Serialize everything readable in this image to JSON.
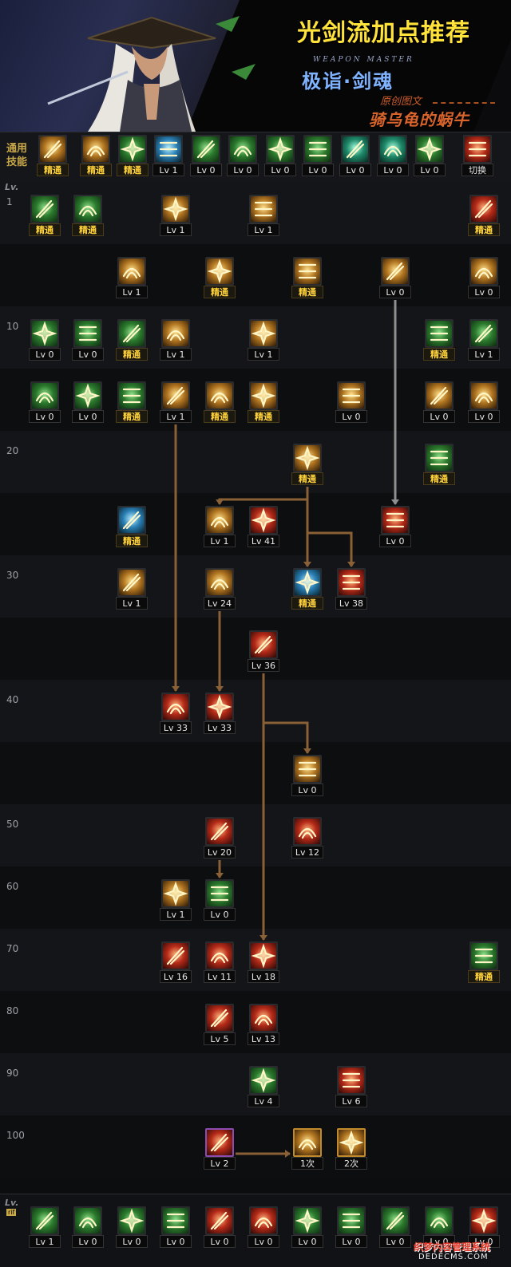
{
  "banner": {
    "title": "光剑流加点推荐",
    "weapon_master": "WEAPON MASTER",
    "subtitle": "极诣·剑魂",
    "original": "原创图文",
    "author": "骑乌龟的蜗牛"
  },
  "common": {
    "label": "通用技能",
    "skills": [
      {
        "label": "精通",
        "mastery": true,
        "color": "gold"
      },
      {
        "label": "精通",
        "mastery": true,
        "color": "gold"
      },
      {
        "label": "精通",
        "mastery": true,
        "color": "green"
      },
      {
        "label": "Lv 1",
        "mastery": false,
        "color": "blue"
      },
      {
        "label": "Lv 0",
        "mastery": false,
        "color": "green"
      },
      {
        "label": "Lv 0",
        "mastery": false,
        "color": "green"
      },
      {
        "label": "Lv 0",
        "mastery": false,
        "color": "green"
      },
      {
        "label": "Lv 0",
        "mastery": false,
        "color": "green"
      },
      {
        "label": "Lv 0",
        "mastery": false,
        "color": "teal"
      },
      {
        "label": "Lv 0",
        "mastery": false,
        "color": "teal"
      },
      {
        "label": "Lv 0",
        "mastery": false,
        "color": "green"
      },
      {
        "label": "切换",
        "mastery": false,
        "color": "red"
      }
    ]
  },
  "grid": {
    "level_header": "Lv.",
    "level_labels": [
      "1",
      "10",
      "20",
      "30",
      "40",
      "50",
      "60",
      "70",
      "80",
      "90",
      "100"
    ],
    "skills": [
      {
        "label": "精通",
        "mastery": true,
        "color": "green"
      },
      {
        "label": "精通",
        "mastery": true,
        "color": "green"
      },
      {
        "label": "Lv 1",
        "mastery": false,
        "color": "gold"
      },
      {
        "label": "Lv 1",
        "mastery": false,
        "color": "gold"
      },
      {
        "label": "精通",
        "mastery": true,
        "color": "red"
      },
      {
        "label": "Lv 1",
        "mastery": false,
        "color": "gold"
      },
      {
        "label": "精通",
        "mastery": true,
        "color": "gold"
      },
      {
        "label": "精通",
        "mastery": true,
        "color": "gold"
      },
      {
        "label": "Lv 0",
        "mastery": false,
        "color": "gold"
      },
      {
        "label": "Lv 0",
        "mastery": false,
        "color": "gold"
      },
      {
        "label": "Lv 0",
        "mastery": false,
        "color": "green"
      },
      {
        "label": "Lv 0",
        "mastery": false,
        "color": "green"
      },
      {
        "label": "精通",
        "mastery": true,
        "color": "green"
      },
      {
        "label": "Lv 1",
        "mastery": false,
        "color": "gold"
      },
      {
        "label": "Lv 1",
        "mastery": false,
        "color": "gold"
      },
      {
        "label": "精通",
        "mastery": true,
        "color": "green"
      },
      {
        "label": "Lv 1",
        "mastery": false,
        "color": "green"
      },
      {
        "label": "Lv 0",
        "mastery": false,
        "color": "green"
      },
      {
        "label": "Lv 0",
        "mastery": false,
        "color": "green"
      },
      {
        "label": "精通",
        "mastery": true,
        "color": "green"
      },
      {
        "label": "Lv 1",
        "mastery": false,
        "color": "gold"
      },
      {
        "label": "精通",
        "mastery": true,
        "color": "gold"
      },
      {
        "label": "精通",
        "mastery": true,
        "color": "gold"
      },
      {
        "label": "Lv 0",
        "mastery": false,
        "color": "gold"
      },
      {
        "label": "Lv 0",
        "mastery": false,
        "color": "gold"
      },
      {
        "label": "Lv 0",
        "mastery": false,
        "color": "gold"
      },
      {
        "label": "精通",
        "mastery": true,
        "color": "gold"
      },
      {
        "label": "精通",
        "mastery": true,
        "color": "green"
      },
      {
        "label": "精通",
        "mastery": true,
        "color": "blue"
      },
      {
        "label": "Lv 1",
        "mastery": false,
        "color": "gold"
      },
      {
        "label": "Lv 41",
        "mastery": false,
        "color": "red"
      },
      {
        "label": "Lv 0",
        "mastery": false,
        "color": "red"
      },
      {
        "label": "Lv 1",
        "mastery": false,
        "color": "gold"
      },
      {
        "label": "Lv 24",
        "mastery": false,
        "color": "gold"
      },
      {
        "label": "精通",
        "mastery": true,
        "color": "blue"
      },
      {
        "label": "Lv 38",
        "mastery": false,
        "color": "red"
      },
      {
        "label": "Lv 36",
        "mastery": false,
        "color": "red"
      },
      {
        "label": "Lv 33",
        "mastery": false,
        "color": "red"
      },
      {
        "label": "Lv 33",
        "mastery": false,
        "color": "red"
      },
      {
        "label": "Lv 0",
        "mastery": false,
        "color": "gold"
      },
      {
        "label": "Lv 20",
        "mastery": false,
        "color": "red"
      },
      {
        "label": "Lv 12",
        "mastery": false,
        "color": "red"
      },
      {
        "label": "Lv 1",
        "mastery": false,
        "color": "gold"
      },
      {
        "label": "Lv 0",
        "mastery": false,
        "color": "green"
      },
      {
        "label": "Lv 16",
        "mastery": false,
        "color": "red"
      },
      {
        "label": "Lv 11",
        "mastery": false,
        "color": "red"
      },
      {
        "label": "Lv 18",
        "mastery": false,
        "color": "red"
      },
      {
        "label": "精通",
        "mastery": true,
        "color": "green"
      },
      {
        "label": "Lv 5",
        "mastery": false,
        "color": "red"
      },
      {
        "label": "Lv 13",
        "mastery": false,
        "color": "red"
      },
      {
        "label": "Lv 4",
        "mastery": false,
        "color": "green"
      },
      {
        "label": "Lv 6",
        "mastery": false,
        "color": "red"
      },
      {
        "label": "Lv 2",
        "mastery": false,
        "color": "red"
      },
      {
        "label": "1次",
        "mastery": false,
        "color": "gold"
      },
      {
        "label": "2次",
        "mastery": false,
        "color": "gold"
      }
    ]
  },
  "bottom": {
    "level_header": "Lv.",
    "tag": "rif",
    "skills": [
      {
        "label": "Lv 1",
        "mastery": false,
        "color": "green"
      },
      {
        "label": "Lv 0",
        "mastery": false,
        "color": "green"
      },
      {
        "label": "Lv 0",
        "mastery": false,
        "color": "green"
      },
      {
        "label": "Lv 0",
        "mastery": false,
        "color": "green"
      },
      {
        "label": "Lv 0",
        "mastery": false,
        "color": "red"
      },
      {
        "label": "Lv 0",
        "mastery": false,
        "color": "red"
      },
      {
        "label": "Lv 0",
        "mastery": false,
        "color": "green"
      },
      {
        "label": "Lv 0",
        "mastery": false,
        "color": "green"
      },
      {
        "label": "Lv 0",
        "mastery": false,
        "color": "green"
      },
      {
        "label": "Lv 0",
        "mastery": false,
        "color": "green"
      },
      {
        "label": "Lv 0",
        "mastery": false,
        "color": "red"
      }
    ]
  },
  "watermark": {
    "line1": "织梦内容管理系统",
    "line2": "DEDECMS.COM"
  }
}
